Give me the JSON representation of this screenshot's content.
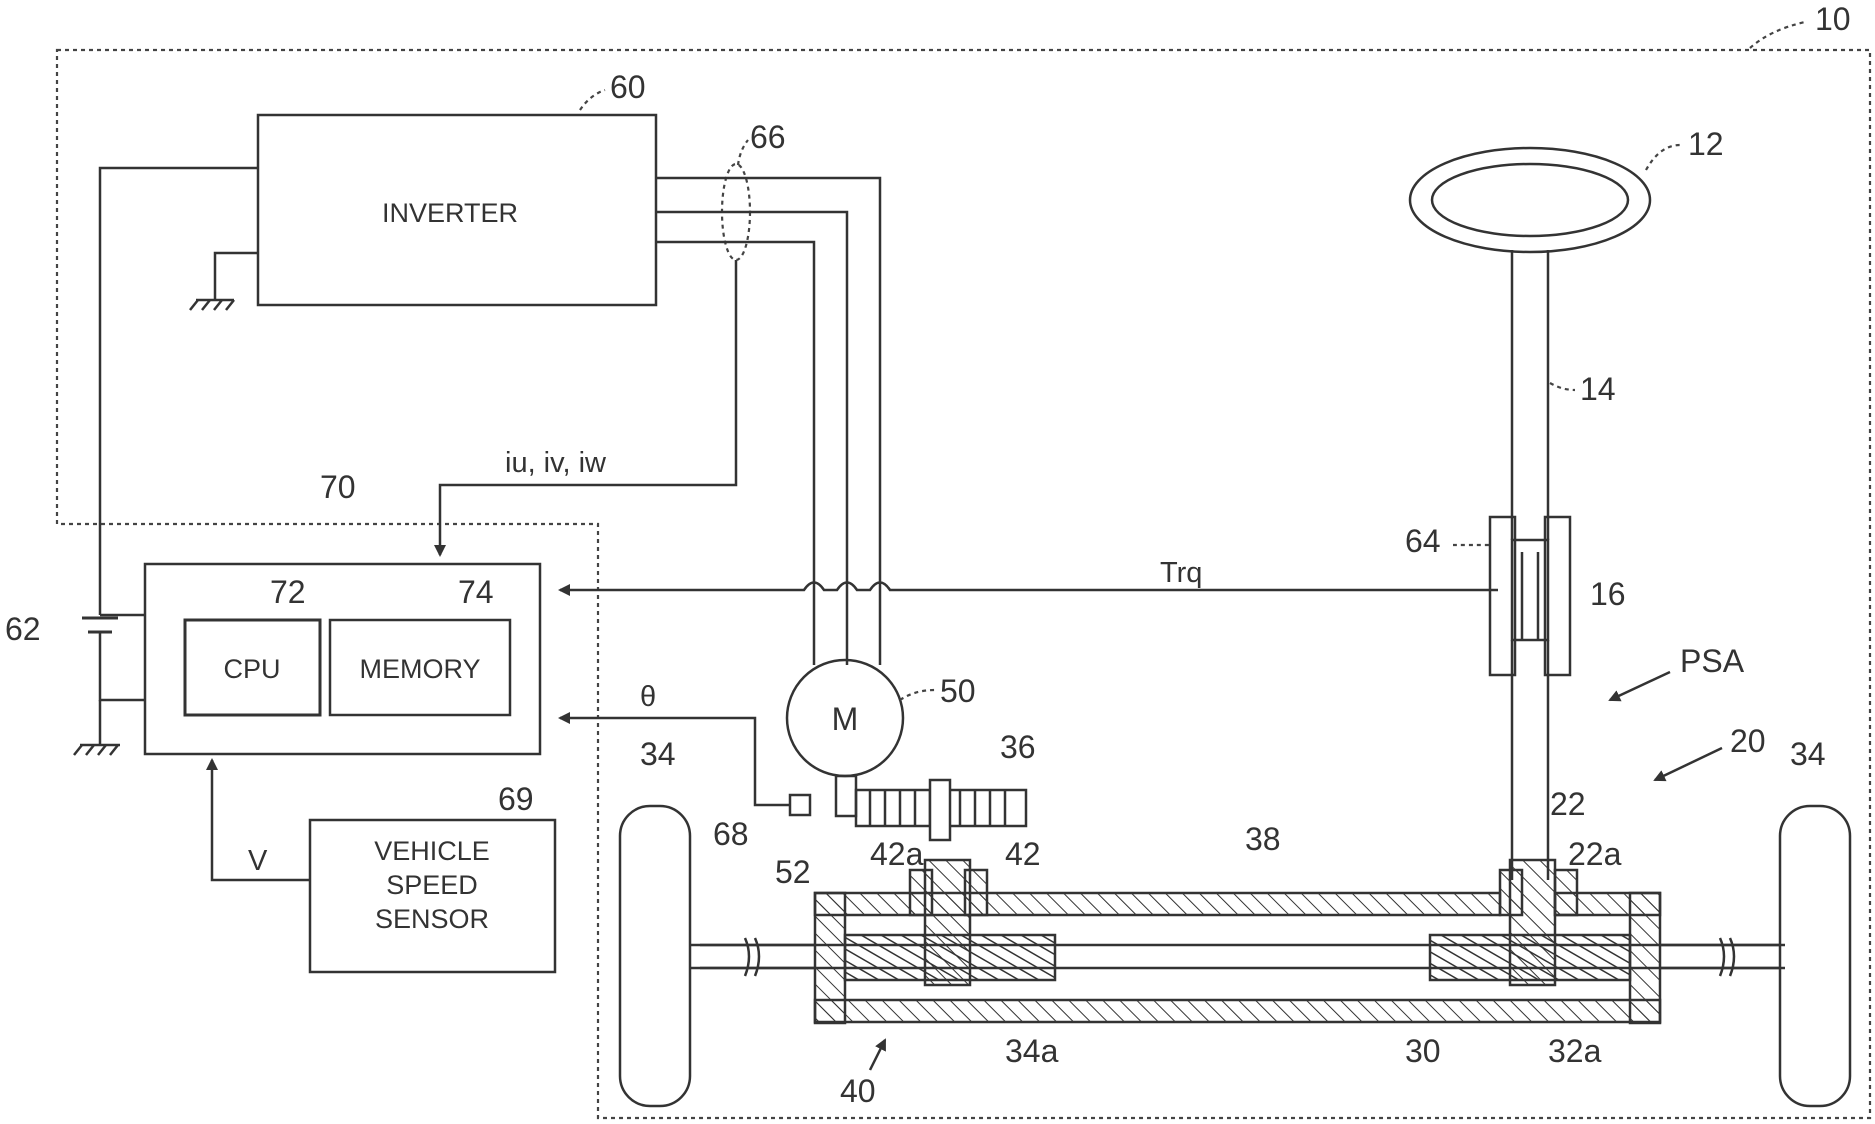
{
  "blocks": {
    "inverter": "INVERTER",
    "cpu": "CPU",
    "memory": "MEMORY",
    "vss_line1": "VEHICLE",
    "vss_line2": "SPEED",
    "vss_line3": "SENSOR",
    "motor": "M"
  },
  "signals": {
    "currents": "iu, iv, iw",
    "torque": "Trq",
    "angle": "θ",
    "speed": "V"
  },
  "refs": {
    "r10": "10",
    "r12": "12",
    "r14": "14",
    "r16": "16",
    "r20": "20",
    "r22": "22",
    "r22a": "22a",
    "r30": "30",
    "r32a": "32a",
    "r34_left": "34",
    "r34_right": "34",
    "r34a": "34a",
    "r36": "36",
    "r38": "38",
    "r40": "40",
    "r42": "42",
    "r42a": "42a",
    "r50": "50",
    "r52": "52",
    "r60": "60",
    "r62": "62",
    "r64": "64",
    "r66": "66",
    "r68": "68",
    "r69": "69",
    "r70": "70",
    "r72": "72",
    "r74": "74",
    "psa": "PSA"
  }
}
